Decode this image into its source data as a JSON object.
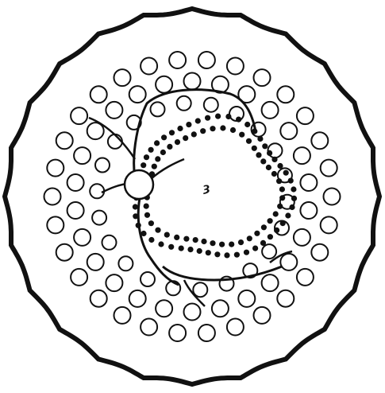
{
  "figure": {
    "ink_color": "#111111",
    "background_color": "#ffffff",
    "outer_boundary": "scalloped-circle",
    "center_mark": "ȝ",
    "components": [
      {
        "name": "outer-ring-circles",
        "shape": "hollow-circle"
      },
      {
        "name": "inner-ring-dots",
        "shape": "filled-dot"
      },
      {
        "name": "branching-lines",
        "shape": "curved-line"
      }
    ]
  }
}
